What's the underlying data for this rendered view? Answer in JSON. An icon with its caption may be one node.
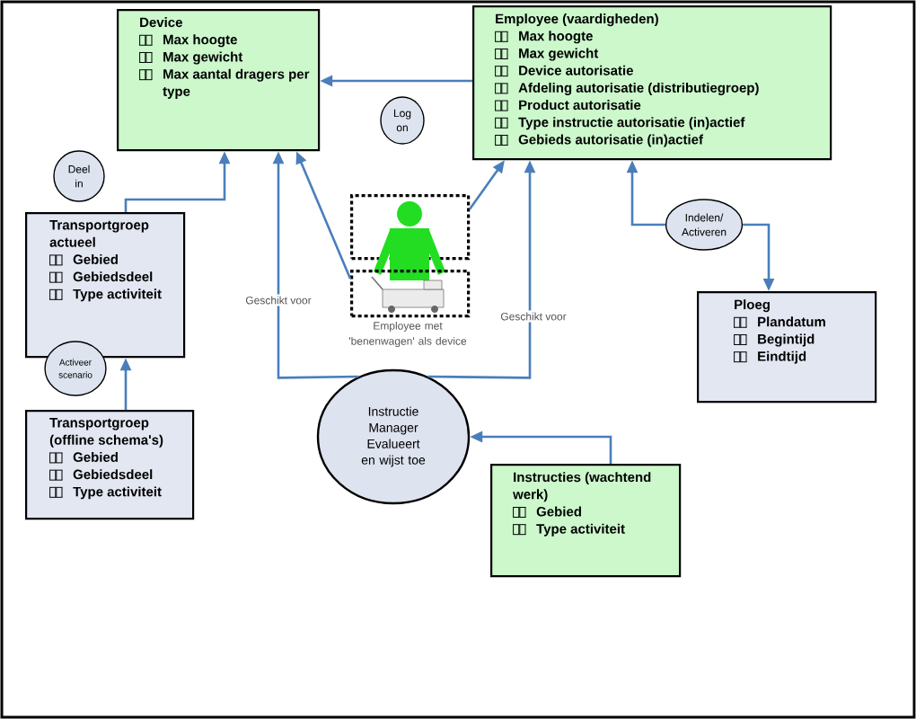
{
  "diagram": {
    "nodes": [
      {
        "text": [
          "Device",
          "Max hoogte",
          "Max gewicht",
          "Max aantal dragers per type"
        ]
      },
      {
        "text": [
          "Employee (vaardigheden)",
          "Max hoogte",
          "Max gewicht",
          "Device autorisatie",
          "Afdeling autorisatie (distributiegroep)",
          "Product autorisatie",
          "Type instructie autorisatie (in)actief",
          "Gebieds autorisatie (in)actief"
        ]
      },
      {
        "text": [
          "Log on"
        ]
      },
      {
        "text": [
          "Deel in"
        ]
      },
      {
        "text": [
          "Transportgroep actueel",
          "Gebied",
          "Gebiedsdeel",
          "Type activiteit"
        ]
      },
      {
        "text": [
          "Activeer scenario"
        ]
      },
      {
        "text": [
          "Transportgroep (offline schema's)",
          "Gebied",
          "Gebiedsdeel",
          "Type activiteit"
        ]
      },
      {
        "text": [],
        "shape": "person"
      },
      {
        "text": [],
        "shape": "picture",
        "beside": [
          "Employee met 'benenwagen' als device"
        ]
      },
      {
        "text": [
          "Indelen/ Activeren"
        ]
      },
      {
        "text": [
          "Ploeg",
          "Plandatum",
          "Begintijd",
          "Eindtijd"
        ]
      },
      {
        "text": [
          "Instructie Manager Evalueert en wijst toe"
        ]
      },
      {
        "text": [
          "Instructies (wachtend werk)",
          "Gebied",
          "Type activiteit"
        ]
      }
    ],
    "edges": [
      {
        "from": 1,
        "to": 0,
        "arrow": "to"
      },
      {
        "from": 4,
        "to": 0,
        "arrow": "to"
      },
      {
        "from": 6,
        "to": 4,
        "arrow": "to"
      },
      {
        "from": 8,
        "to": 0,
        "arrow": "to"
      },
      {
        "from": 7,
        "to": 1,
        "arrow": "to"
      },
      {
        "from": 11,
        "to": 0,
        "arrow": "to",
        "label": "Geschikt voor"
      },
      {
        "from": 11,
        "to": 1,
        "arrow": "to",
        "label": "Geschikt voor"
      },
      {
        "from": 12,
        "to": 11,
        "arrow": "to"
      },
      {
        "from": 9,
        "to": 1,
        "arrow": "to"
      },
      {
        "from": 9,
        "to": 10,
        "arrow": "to"
      }
    ]
  }
}
